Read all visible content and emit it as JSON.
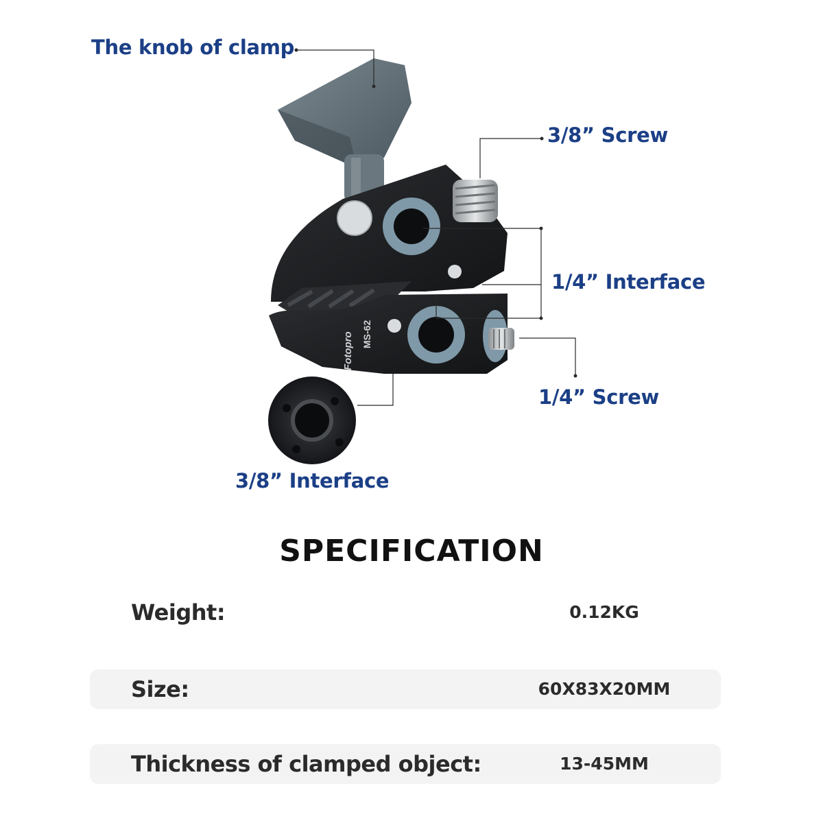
{
  "callouts": {
    "knob": "The knob of clamp",
    "screw_38": "3/8”  Screw",
    "interface_14": "1/4”  Interface",
    "screw_14": "1/4”  Screw",
    "interface_38": "3/8”  Interface"
  },
  "product": {
    "brand": "Fotopro",
    "model": "MS-62"
  },
  "specification": {
    "title": "SPECIFICATION",
    "rows": [
      {
        "label": "Weight:",
        "value": "0.12KG"
      },
      {
        "label": "Size:",
        "value": "60X83X20MM"
      },
      {
        "label": "Thickness of clamped object:",
        "value": "13-45MM"
      }
    ]
  },
  "colors": {
    "callout_text": "#1b3f86",
    "clamp_body": "#1c1d1f",
    "knob": "#5d6a72",
    "ring": "#7f99a8",
    "row_shade": "#f3f3f3"
  }
}
